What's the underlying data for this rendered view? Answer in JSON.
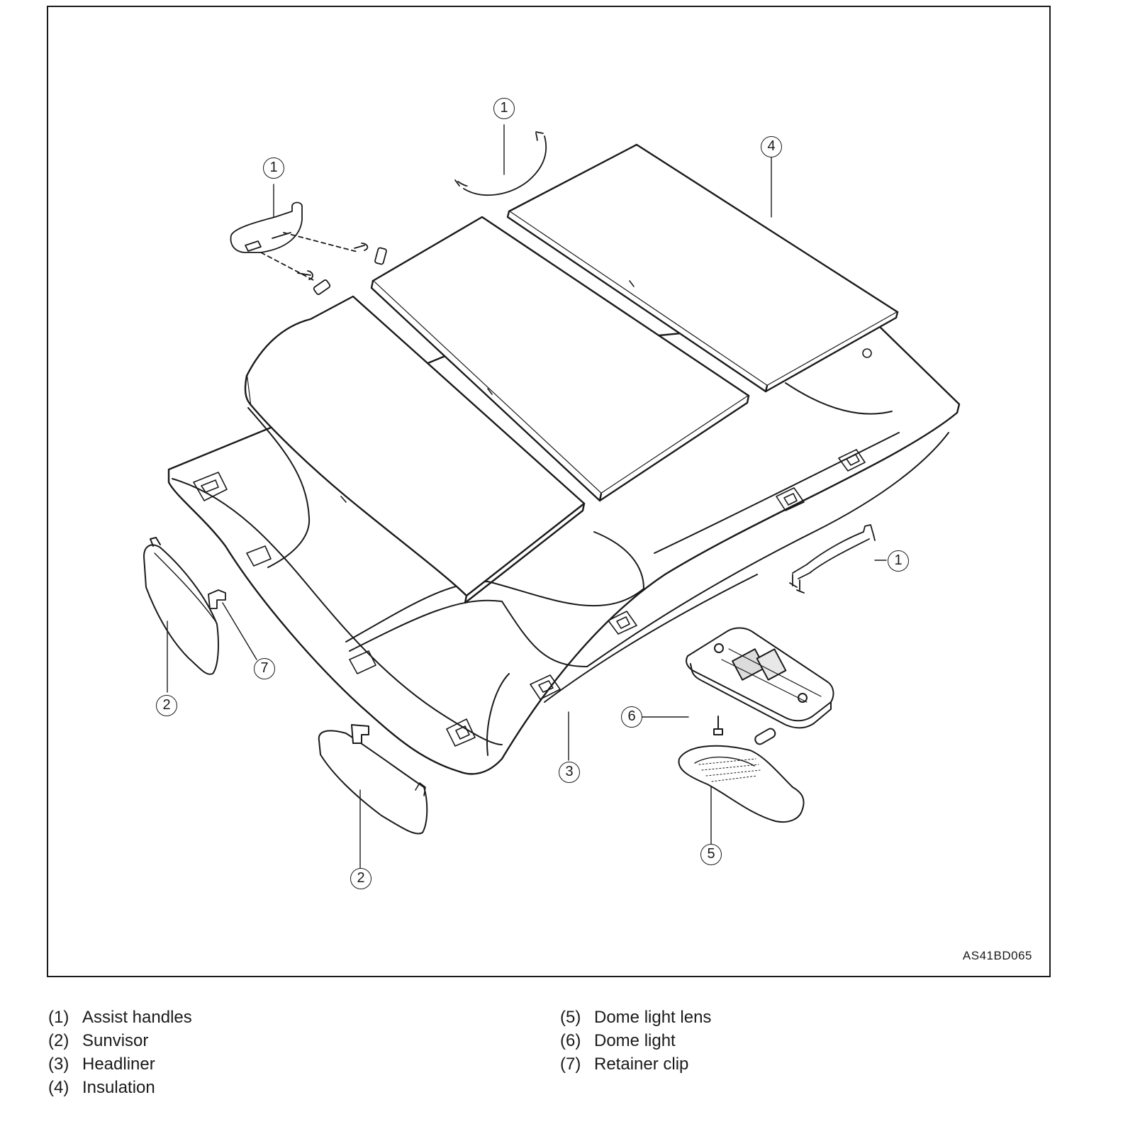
{
  "figure": {
    "code": "AS41BD065",
    "callouts": [
      {
        "id": "c1a",
        "label": "1"
      },
      {
        "id": "c1b",
        "label": "1"
      },
      {
        "id": "c1c",
        "label": "1"
      },
      {
        "id": "c2a",
        "label": "2"
      },
      {
        "id": "c2b",
        "label": "2"
      },
      {
        "id": "c3",
        "label": "3"
      },
      {
        "id": "c4",
        "label": "4"
      },
      {
        "id": "c5",
        "label": "5"
      },
      {
        "id": "c6",
        "label": "6"
      },
      {
        "id": "c7",
        "label": "7"
      }
    ]
  },
  "legend": {
    "left": [
      {
        "num": "(1)",
        "text": "Assist handles"
      },
      {
        "num": "(2)",
        "text": "Sunvisor"
      },
      {
        "num": "(3)",
        "text": "Headliner"
      },
      {
        "num": "(4)",
        "text": "Insulation"
      }
    ],
    "right": [
      {
        "num": "(5)",
        "text": "Dome light lens"
      },
      {
        "num": "(6)",
        "text": "Dome light"
      },
      {
        "num": "(7)",
        "text": "Retainer clip"
      }
    ]
  }
}
